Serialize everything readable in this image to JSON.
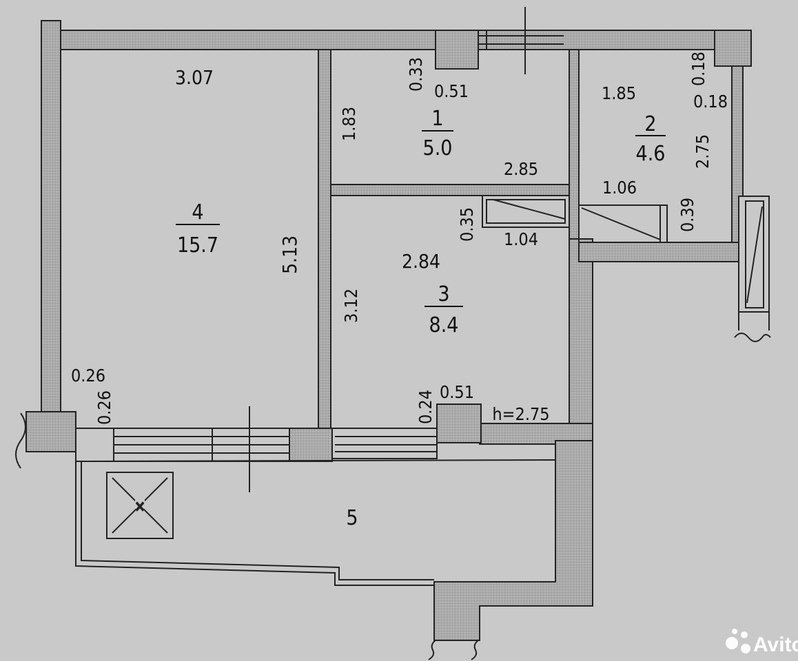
{
  "rooms": [
    {
      "number": "1",
      "area": "5.0"
    },
    {
      "number": "2",
      "area": "4.6"
    },
    {
      "number": "3",
      "area": "8.4"
    },
    {
      "number": "4",
      "area": "15.7"
    },
    {
      "number": "5"
    }
  ],
  "dimensions": {
    "r4_width": "3.07",
    "r4_length": "5.13",
    "r1_height": "1.83",
    "r1_pillar_h": "0.33",
    "r1_pillar_w": "0.51",
    "r1_width": "2.85",
    "r2_width": "1.85",
    "r2_corner_a": "0.18",
    "r2_corner_b": "0.18",
    "r2_length": "2.75",
    "closet_a_w": "1.06",
    "closet_a_d": "0.39",
    "closet_b_d": "0.35",
    "closet_b_w": "1.04",
    "r3_width": "2.84",
    "r3_length": "3.12",
    "pillar_bl_a": "0.26",
    "pillar_bl_b": "0.26",
    "pillar_bm_h": "0.24",
    "pillar_bm_w": "0.51",
    "ceiling_height": "h=2.75"
  },
  "watermark": {
    "brand": "Avito",
    "icon": "avito-dots-icon"
  },
  "colors": {
    "background": "#c9c9c9",
    "wall_fill": "#a9a9a9",
    "ink": "#111111"
  }
}
